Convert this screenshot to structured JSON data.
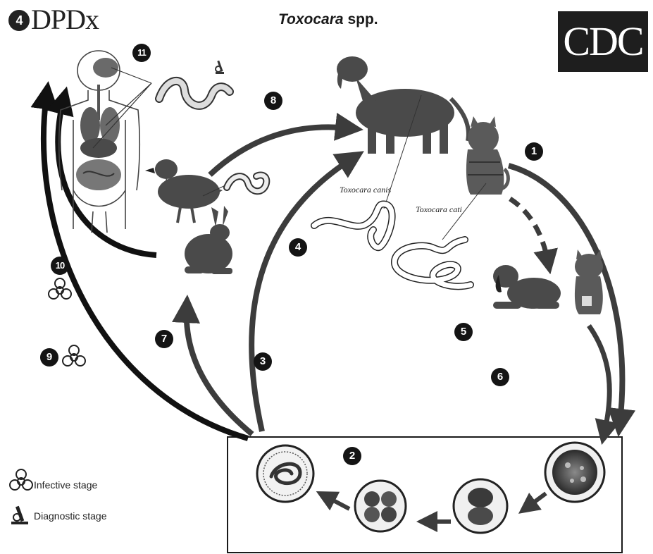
{
  "header": {
    "logo_left": "DPDx",
    "logo_left_mark": "4",
    "title_genus": "Toxocara",
    "title_suffix": "spp.",
    "logo_right": "CDC"
  },
  "species_labels": {
    "canis": "Toxocara canis",
    "cati": "Toxocara cati"
  },
  "steps": [
    "1",
    "2",
    "3",
    "4",
    "5",
    "6",
    "7",
    "8",
    "9",
    "10",
    "11"
  ],
  "legend": {
    "infective": "Infective stage",
    "diagnostic": "Diagnostic stage"
  },
  "colors": {
    "arrow": "#3c3c3c",
    "animal": "#4a4a4a",
    "outline": "#222222"
  }
}
